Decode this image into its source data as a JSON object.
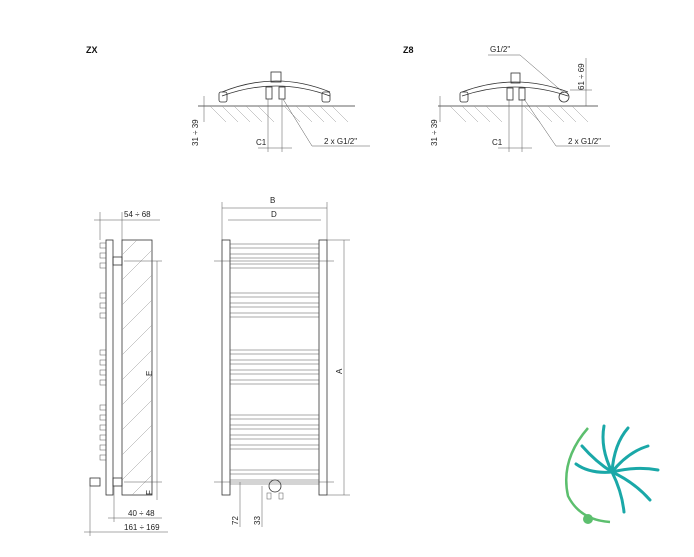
{
  "views": {
    "zx": {
      "title": "ZX",
      "dim_wall": "31 ÷ 39",
      "dim_c1": "C1",
      "dim_connection": "2 x G1/2\""
    },
    "z8": {
      "title": "Z8",
      "dim_g12": "G1/2\"",
      "dim_6169": "61 ÷ 69",
      "dim_wall": "31 ÷ 39",
      "dim_c1": "C1",
      "dim_connection": "2 x G1/2\""
    },
    "side": {
      "dim_5468": "54 ÷ 68",
      "dim_e": "E",
      "dim_f": "F",
      "dim_4048": "40 ÷ 48",
      "dim_161169": "161 ÷ 169"
    },
    "front": {
      "dim_b": "B",
      "dim_d": "D",
      "dim_a": "A",
      "dim_72": "72",
      "dim_33": "33"
    }
  },
  "colors": {
    "line": "#333333",
    "hatch": "#999999",
    "logo_teal": "#1aa8a8",
    "logo_green": "#5cbf6e"
  },
  "logo": {
    "icon": "dandelion-logo-icon"
  }
}
